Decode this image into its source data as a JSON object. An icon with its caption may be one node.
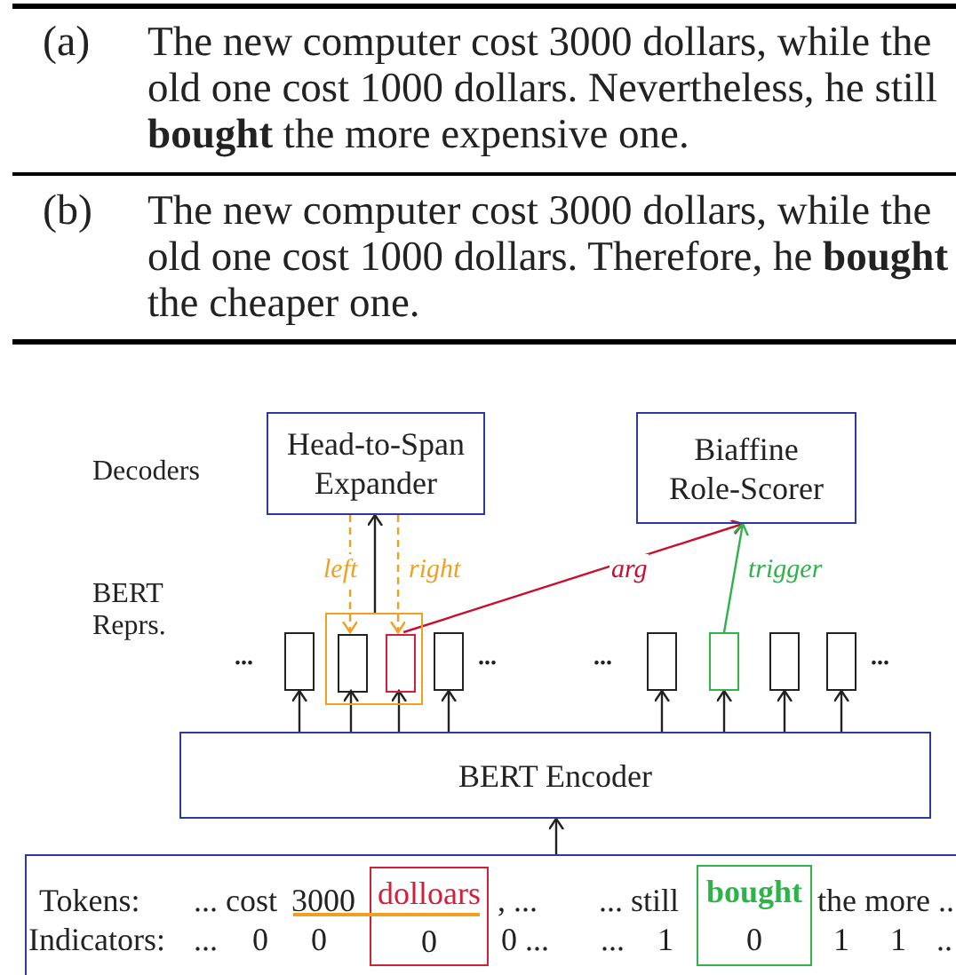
{
  "diagram": {
    "nodes": [
      {
        "text": [
          "Head-to-Span Expander"
        ]
      },
      {
        "text": [
          "Biaffine Role-Scorer"
        ]
      },
      {
        "text": [],
        "shape": "box"
      },
      {
        "text": [],
        "shape": "box"
      },
      {
        "text": [],
        "shape": "box",
        "in": 3
      },
      {
        "text": [],
        "shape": "box",
        "in": 3
      },
      {
        "text": [],
        "shape": "box"
      },
      {
        "text": [],
        "shape": "box"
      },
      {
        "text": [],
        "shape": "box"
      },
      {
        "text": [],
        "shape": "box"
      },
      {
        "text": [],
        "shape": "box"
      },
      {
        "text": [
          "BERT Encoder"
        ]
      },
      {
        "text": [],
        "shape": "box"
      },
      {
        "text": [
          "dolloars",
          "0"
        ],
        "in": 12
      },
      {
        "text": [
          "bought",
          "0"
        ],
        "in": 12
      }
    ],
    "edges": [
      {
        "from": 11,
        "to": 2,
        "arrow": "to"
      },
      {
        "from": 11,
        "to": 4,
        "arrow": "to"
      },
      {
        "from": 11,
        "to": 5,
        "arrow": "to"
      },
      {
        "from": 11,
        "to": 6,
        "arrow": "to"
      },
      {
        "from": 11,
        "to": 7,
        "arrow": "to"
      },
      {
        "from": 11,
        "to": 8,
        "arrow": "to"
      },
      {
        "from": 11,
        "to": 9,
        "arrow": "to"
      },
      {
        "from": 11,
        "to": 10,
        "arrow": "to"
      },
      {
        "from": 3,
        "to": 0,
        "arrow": "to"
      },
      {
        "from": 0,
        "to": 4,
        "arrow": "to",
        "label": "left",
        "style": "dashed",
        "color": "#f0a020"
      },
      {
        "from": 0,
        "to": 5,
        "arrow": "to",
        "label": "right",
        "style": "dashed",
        "color": "#f0a020"
      },
      {
        "from": 5,
        "to": 1,
        "arrow": "to",
        "label": "arg",
        "color": "#c8102e"
      },
      {
        "from": 8,
        "to": 1,
        "arrow": "to",
        "label": "trigger",
        "color": "#2db34a"
      },
      {
        "from": 12,
        "to": 11,
        "arrow": "to"
      }
    ],
    "labels": [
      "(a)",
      "The new computer cost 3000 dollars, while the old one cost 1000 dollars. Nevertheless, he still **bought** the more expensive one.",
      "(b)",
      "The new computer cost 3000 dollars, while the old one cost 1000 dollars. Therefore, he **bought** the cheaper one.",
      "Decoders",
      "BERT Reprs.",
      "...",
      "...",
      "...",
      "...",
      "Tokens:",
      "... cost",
      "3000",
      ", ...",
      "... still",
      "the more ..",
      "Indicators:",
      "...",
      "0",
      "0",
      "0 ...",
      "...",
      "1",
      "1",
      "1",
      ".."
    ]
  }
}
